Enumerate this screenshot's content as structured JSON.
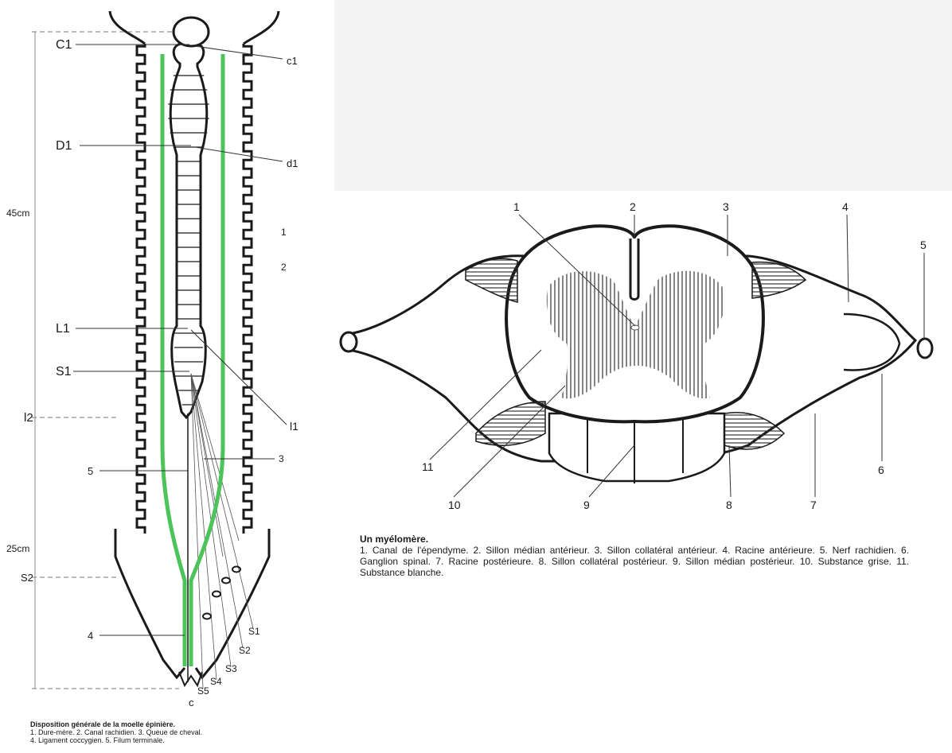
{
  "colors": {
    "outline": "#1a1a1a",
    "thread": "#4cc45a",
    "right_top_band": "#f4f4f4"
  },
  "left_figure": {
    "labels_left": {
      "c1": "C1",
      "d1": "D1",
      "l1": "L1",
      "s1": "S1",
      "l2": "l2",
      "s2": "S2"
    },
    "labels_right": {
      "c1": "c1",
      "d1": "d1",
      "l1": "l1",
      "n1": "1",
      "n2": "2",
      "n3": "3"
    },
    "labels_bottom": {
      "n4": "4",
      "n5": "5",
      "s1": "S1",
      "s2": "S2",
      "s3": "S3",
      "s4": "S4",
      "s5": "S5",
      "c": "c"
    },
    "measure_45": "45cm",
    "measure_25": "25cm",
    "caption_title": "Disposition générale de la moelle épinière.",
    "caption_line1": "1. Dure-mère. 2. Canal rachidien. 3. Queue de cheval.",
    "caption_line2": "4. Ligament coccygien. 5. Filum terminale."
  },
  "right_figure": {
    "numbers": [
      "1",
      "2",
      "3",
      "4",
      "5",
      "6",
      "7",
      "8",
      "9",
      "10",
      "11"
    ],
    "caption_title": "Un myélomère.",
    "caption_body": "1. Canal de l'épendyme. 2. Sillon médian antérieur. 3. Sillon collatéral antérieur. 4. Racine antérieure. 5. Nerf rachidien. 6. Ganglion spinal. 7. Racine postérieure. 8. Sillon collatéral postérieur. 9. Sillon médian postérieur. 10. Substance grise. 11. Substance blanche."
  }
}
